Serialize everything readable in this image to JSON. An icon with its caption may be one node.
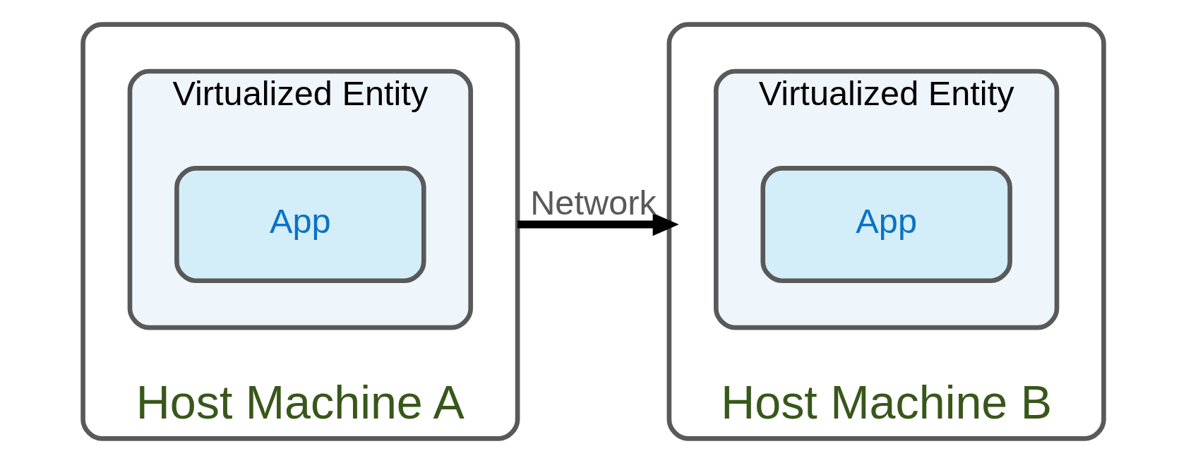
{
  "diagram": {
    "nodes": [
      {
        "text": [
          "Host Machine A"
        ]
      },
      {
        "text": [
          "Virtualized Entity"
        ],
        "in": 0
      },
      {
        "text": [
          "App"
        ],
        "in": 1
      },
      {
        "text": [
          "Host Machine B"
        ]
      },
      {
        "text": [
          "Virtualized Entity"
        ],
        "in": 3
      },
      {
        "text": [
          "App"
        ],
        "in": 4
      }
    ],
    "edges": [
      {
        "from": 0,
        "to": 3,
        "arrow": "to",
        "label": "Network"
      }
    ]
  }
}
